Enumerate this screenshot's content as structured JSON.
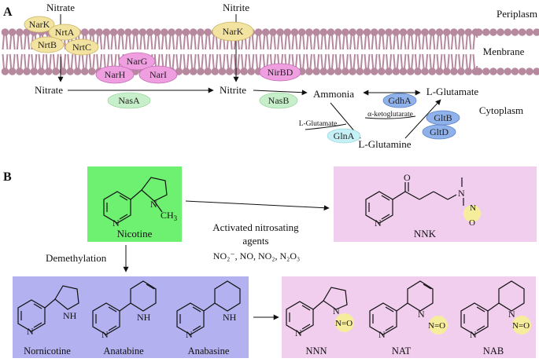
{
  "panel_a": {
    "label": "A",
    "compartments": {
      "periplasm": "Periplasm",
      "membrane": "Menbrane",
      "cytoplasm": "Cytoplasm"
    },
    "top_labels": {
      "nitrate": "Nitrate",
      "nitrite": "Nitrite"
    },
    "metabolites": {
      "nitrate": "Nitrate",
      "nitrite": "Nitrite",
      "ammonia": "Ammonia",
      "l_glutamate": "L-Glutamate",
      "l_glutamine": "L-Glutamine"
    },
    "small_labels": {
      "l_glutamate_in": "L-Glutamate",
      "alpha_ketoglutarate": "α-ketoglutarate"
    },
    "proteins": {
      "nark_left": "NarK",
      "nrta": "NrtA",
      "nrtb": "NrtB",
      "nrtc": "NrtC",
      "nark_right": "NarK",
      "narg": "NarG",
      "narh": "NarH",
      "nari": "NarI",
      "nirbd": "NirBD",
      "nasa": "NasA",
      "nasb": "NasB",
      "gdha": "GdhA",
      "gltb": "GltB",
      "gltd": "GltD",
      "glna": "GlnA"
    },
    "colors": {
      "membrane": "#b6899f",
      "yellow": "#f3e3a0",
      "pink": "#ef9ee0",
      "green": "#c7efc9",
      "blue": "#8fb2ec",
      "cyan": "#c5f0f5"
    }
  },
  "panel_b": {
    "label": "B",
    "nicotine_box": {
      "atoms": {
        "n_pyridine": "N",
        "n_ring": "N",
        "methyl": "CH",
        "methyl_sub": "3"
      },
      "name": "Nicotine",
      "color": "#6ef070"
    },
    "nnk_box": {
      "atoms": {
        "oxygen": "O",
        "n_amine": "N",
        "n_nitroso": "N",
        "o_nitroso": "O",
        "n_pyridine": "N"
      },
      "name": "NNK",
      "color": "#f1cdee"
    },
    "arrow_labels": {
      "nitrosation_1": "Activated nitrosating",
      "nitrosation_2": "agents",
      "nitrosation_agents": "NO₂⁻, NO, NO₂, N₂O₃",
      "demethylation": "Demethylation"
    },
    "alkaloid_box": {
      "color": "#b3b1f0",
      "compounds": [
        {
          "name": "Nornicotine",
          "nh": "NH",
          "n": "N"
        },
        {
          "name": "Anatabine",
          "nh": "NH",
          "n": "N"
        },
        {
          "name": "Anabasine",
          "nh": "NH",
          "n": "N"
        }
      ]
    },
    "nitrosamine_box": {
      "color": "#f1cdee",
      "compounds": [
        {
          "name": "NNN",
          "n": "N",
          "no": "N=O",
          "py": "N"
        },
        {
          "name": "NAT",
          "n": "N",
          "no": "N=O",
          "py": "N"
        },
        {
          "name": "NAB",
          "n": "N",
          "no": "N=O",
          "py": "N"
        }
      ]
    },
    "highlight_color": "#f6ed9c"
  }
}
